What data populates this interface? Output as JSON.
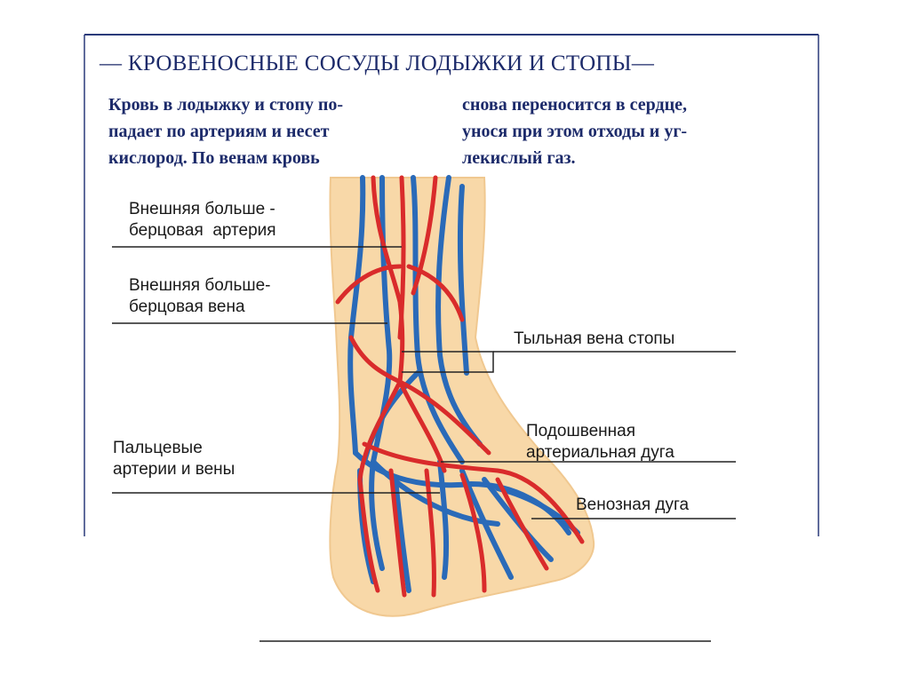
{
  "title": "— КРОВЕНОСНЫЕ СОСУДЫ ЛОДЫЖКИ И СТОПЫ—",
  "intro": {
    "left": "Кровь в лодыжку и стопу по-\nпадает по артериям и несет\nкислород. По венам кровь",
    "right": "снова переносится в сердце,\nунося при этом отходы и уг-\nлекислый газ."
  },
  "labels": {
    "ext_tibial_artery": "Внешняя больше -\nберцовая  артерия",
    "ext_tibial_vein": "Внешняя больше-\nберцовая вена",
    "dorsal_vein": "Тыльная вена стопы",
    "digital": "Пальцевые\nартерии и вены",
    "plantar_arch": "Подошвенная\nартериальная дуга",
    "venous_arch": "Венозная дуга"
  },
  "colors": {
    "frame": "#2a3a7a",
    "text_heading": "#1c2a6a",
    "skin": "#f8d8a8",
    "artery": "#d92b2b",
    "vein": "#2a6ab8",
    "leader": "#222222"
  }
}
